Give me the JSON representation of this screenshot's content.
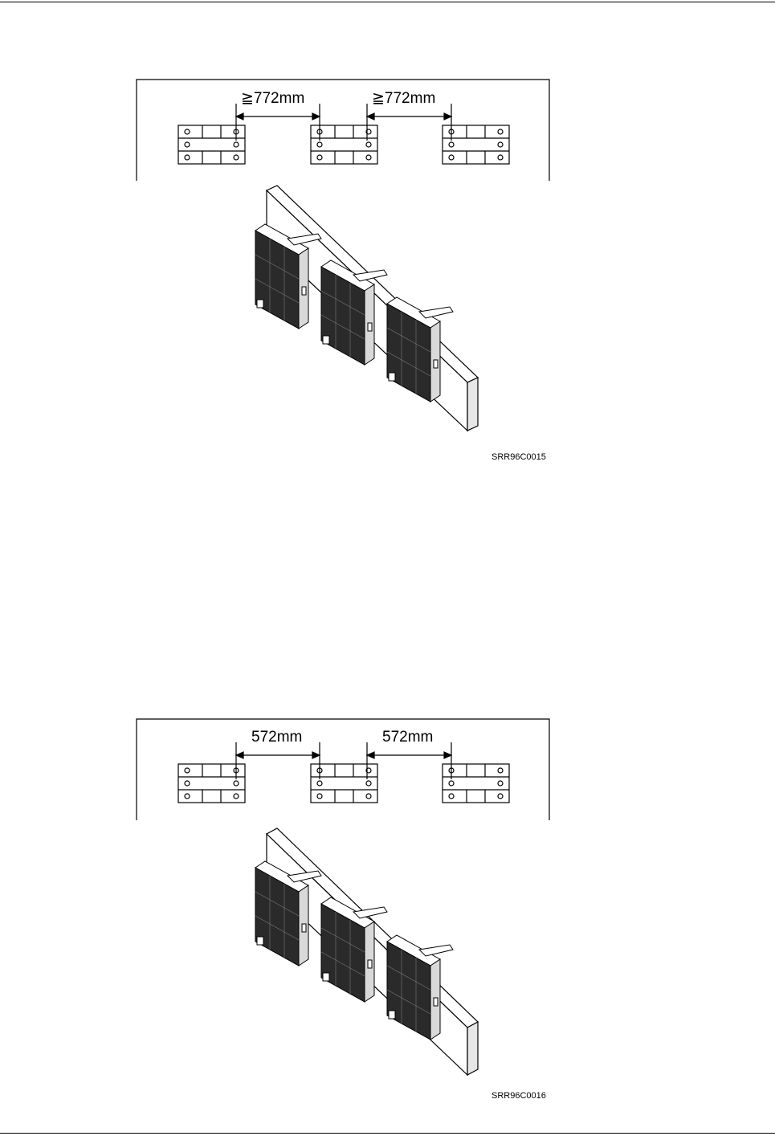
{
  "figures": [
    {
      "spacing_label_left": "≧772mm",
      "spacing_label_right": "≧772mm",
      "figure_id": "SRR96C0015"
    },
    {
      "spacing_label_left": "572mm",
      "spacing_label_right": "572mm",
      "figure_id": "SRR96C0016"
    }
  ],
  "colors": {
    "line": "#000000",
    "panel_face": "#ffffff",
    "cabinet_dark": "#2a2a2a"
  },
  "icons": [
    "mounting-bracket-icon",
    "cabinet-icon",
    "wall-panel-icon",
    "dimension-arrow-icon"
  ]
}
